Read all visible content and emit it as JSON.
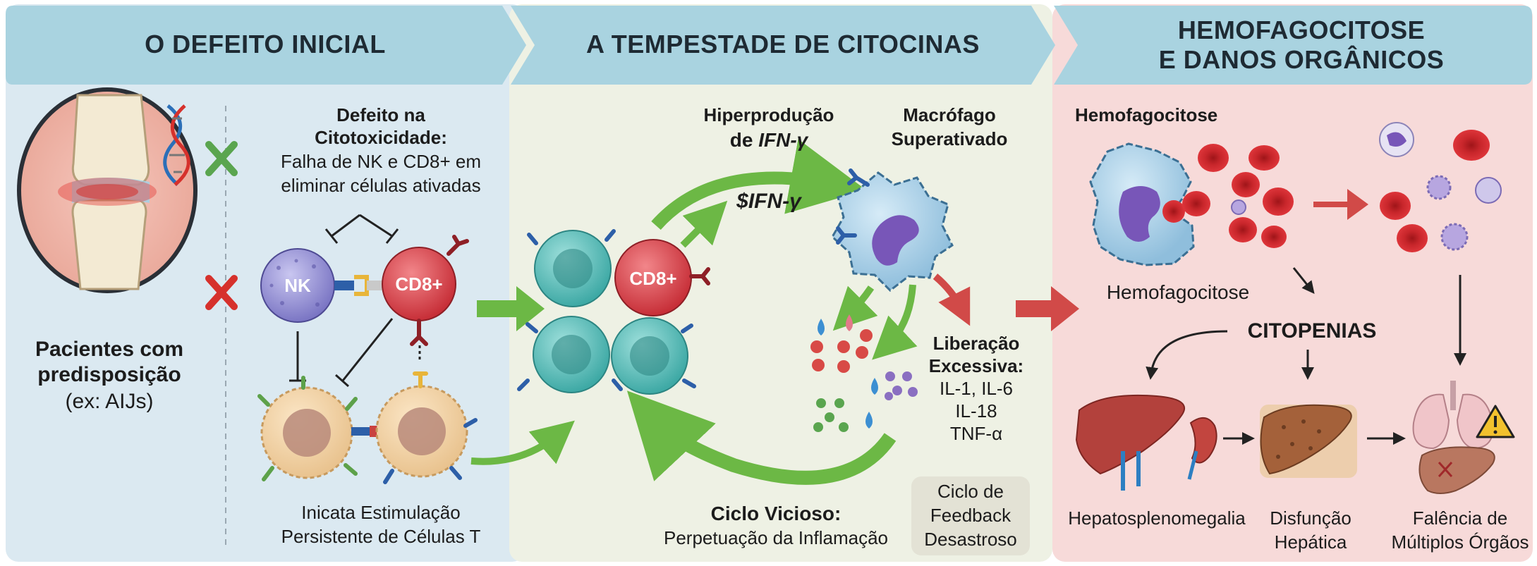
{
  "panels": {
    "left": {
      "title": "O DEFEITO INICIAL"
    },
    "middle": {
      "title": "A TEMPESTADE DE CITOCINAS"
    },
    "right": {
      "title_line1": "HEMOFAGOCITOSE",
      "title_line2": "E DANOS ORGÂNICOS"
    }
  },
  "left": {
    "patients_line1": "Pacientes com",
    "patients_line2": "predisposição",
    "patients_line3": "(ex: AIJs)",
    "defect_line1": "Defeito na",
    "defect_line2": "Citotoxicidade:",
    "defect_line3": "Falha de NK e CD8+ em",
    "defect_line4": "eliminar células ativadas",
    "nk_label": "NK",
    "cd8_label": "CD8+",
    "stim_line1": "Inicata Estimulação",
    "stim_line2": "Persistente de Células T"
  },
  "middle": {
    "hyper_line1": "Hiperprodução",
    "hyper_line2_prefix": "de ",
    "hyper_line2_italic": "IFN-γ",
    "ifn_label": "$IFN-γ",
    "cd8_label": "CD8+",
    "macro_line1": "Macrófago",
    "macro_line2": "Superativado",
    "release_line1": "Liberação",
    "release_line2": "Excessiva:",
    "release_line3": "IL-1, IL-6",
    "release_line4": "IL-18",
    "release_line5": "TNF-α",
    "vicious_title": "Ciclo Vicioso:",
    "vicious_sub": "Perpetuação da Inflamação",
    "feedback_line1": "Ciclo de",
    "feedback_line2": "Feedback",
    "feedback_line3": "Desastroso"
  },
  "right": {
    "hemo_title": "Hemofagocitose",
    "hemo_caption": "Hemofagocitose",
    "cytopenias": "CITOPENIAS",
    "hepato": "Hepatosplenomegalia",
    "disfuncao_line1": "Disfunção",
    "disfuncao_line2": "Hepática",
    "falencia_line1": "Falência de",
    "falencia_line2": "Múltiplos Órgãos"
  },
  "colors": {
    "header_bg": "#a9d3e0",
    "left_bg": "#dbe9f1",
    "middle_bg": "#eef1e4",
    "right_bg": "#f7dad9",
    "arrow_green": "#6cb845",
    "arrow_red": "#d14a48",
    "nk_cell": "#8b86cf",
    "cd8_cell": "#d9424a",
    "t_cell": "#56b9b5",
    "macrophage": "#a9cfe6",
    "rbc": "#d32a2f"
  },
  "icons": [
    "dna-icon",
    "x-mark-icon",
    "warning-icon",
    "liver-icon",
    "kidney-icon",
    "lungs-icon",
    "knee-joint-icon"
  ]
}
